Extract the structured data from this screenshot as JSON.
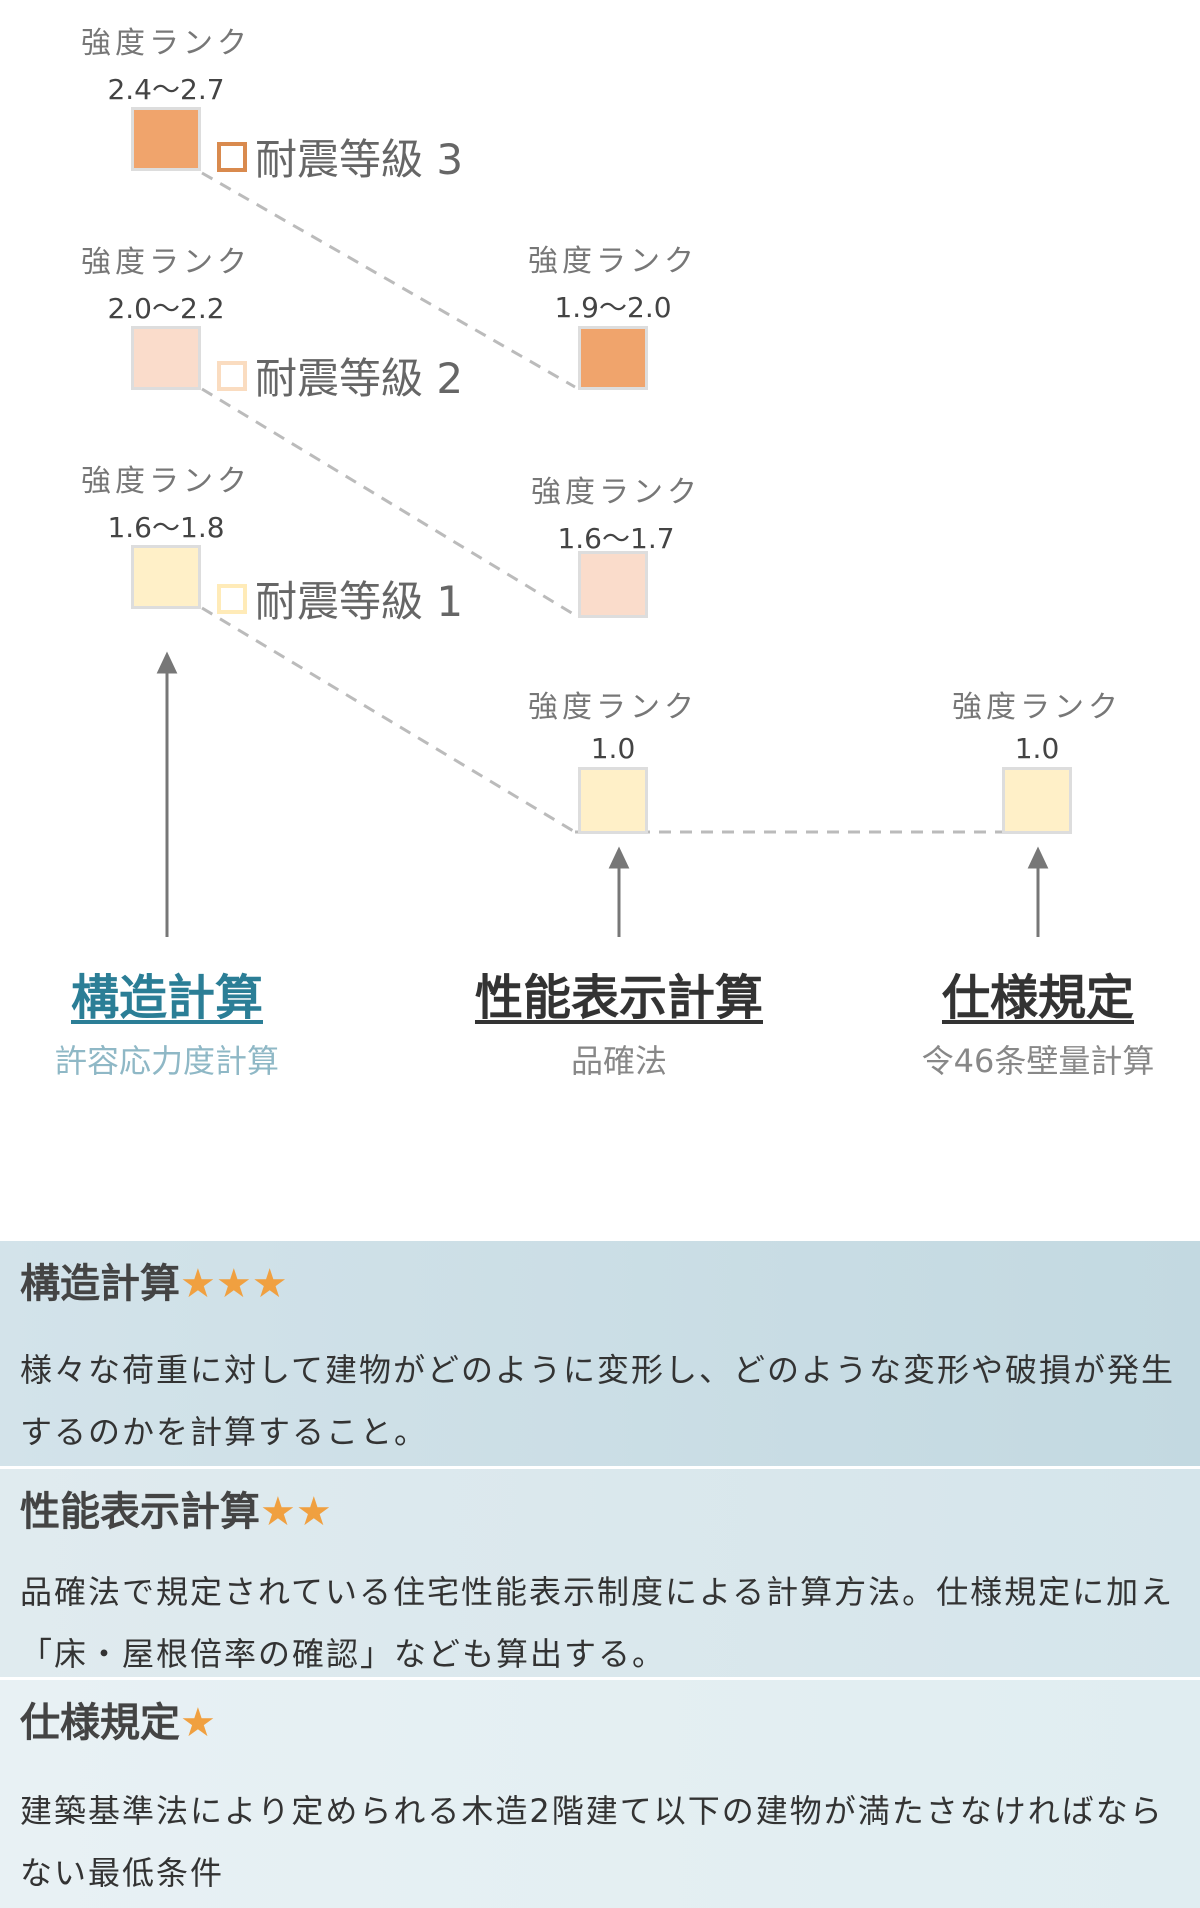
{
  "rank_label": "強度ランク",
  "structural": {
    "ranks": [
      {
        "value": "2.4〜2.7",
        "grade": "耐震等級 3",
        "color": "#F0A46C"
      },
      {
        "value": "2.0〜2.2",
        "grade": "耐震等級 2",
        "color": "#FADCCB"
      },
      {
        "value": "1.6〜1.8",
        "grade": "耐震等級 1",
        "color": "#FFF0C8"
      }
    ],
    "title": "構造計算",
    "subtitle": "許容応力度計算"
  },
  "performance": {
    "ranks": [
      {
        "value": "1.9〜2.0",
        "color": "#F0A46C"
      },
      {
        "value": "1.6〜1.7",
        "color": "#FADCCB"
      },
      {
        "value": "1.0",
        "color": "#FFF0C8"
      }
    ],
    "title": "性能表示計算",
    "subtitle": "品確法"
  },
  "specification": {
    "ranks": [
      {
        "value": "1.0",
        "color": "#FFF0C8"
      }
    ],
    "title": "仕様規定",
    "subtitle": "令46条壁量計算"
  },
  "descriptions": [
    {
      "title": "構造計算",
      "stars": "★★★",
      "text": "様々な荷重に対して建物がどのように変形し、どのような変形や破損が発生するのかを計算すること。"
    },
    {
      "title": "性能表示計算",
      "stars": "★★",
      "text": "品確法で規定されている住宅性能表示制度による計算方法。仕様規定に加え「床・屋根倍率の確認」なども算出する。"
    },
    {
      "title": "仕様規定",
      "stars": "★",
      "text": "建築基準法により定められる木造2階建て以下の建物が満たさなければならない最低条件"
    }
  ]
}
